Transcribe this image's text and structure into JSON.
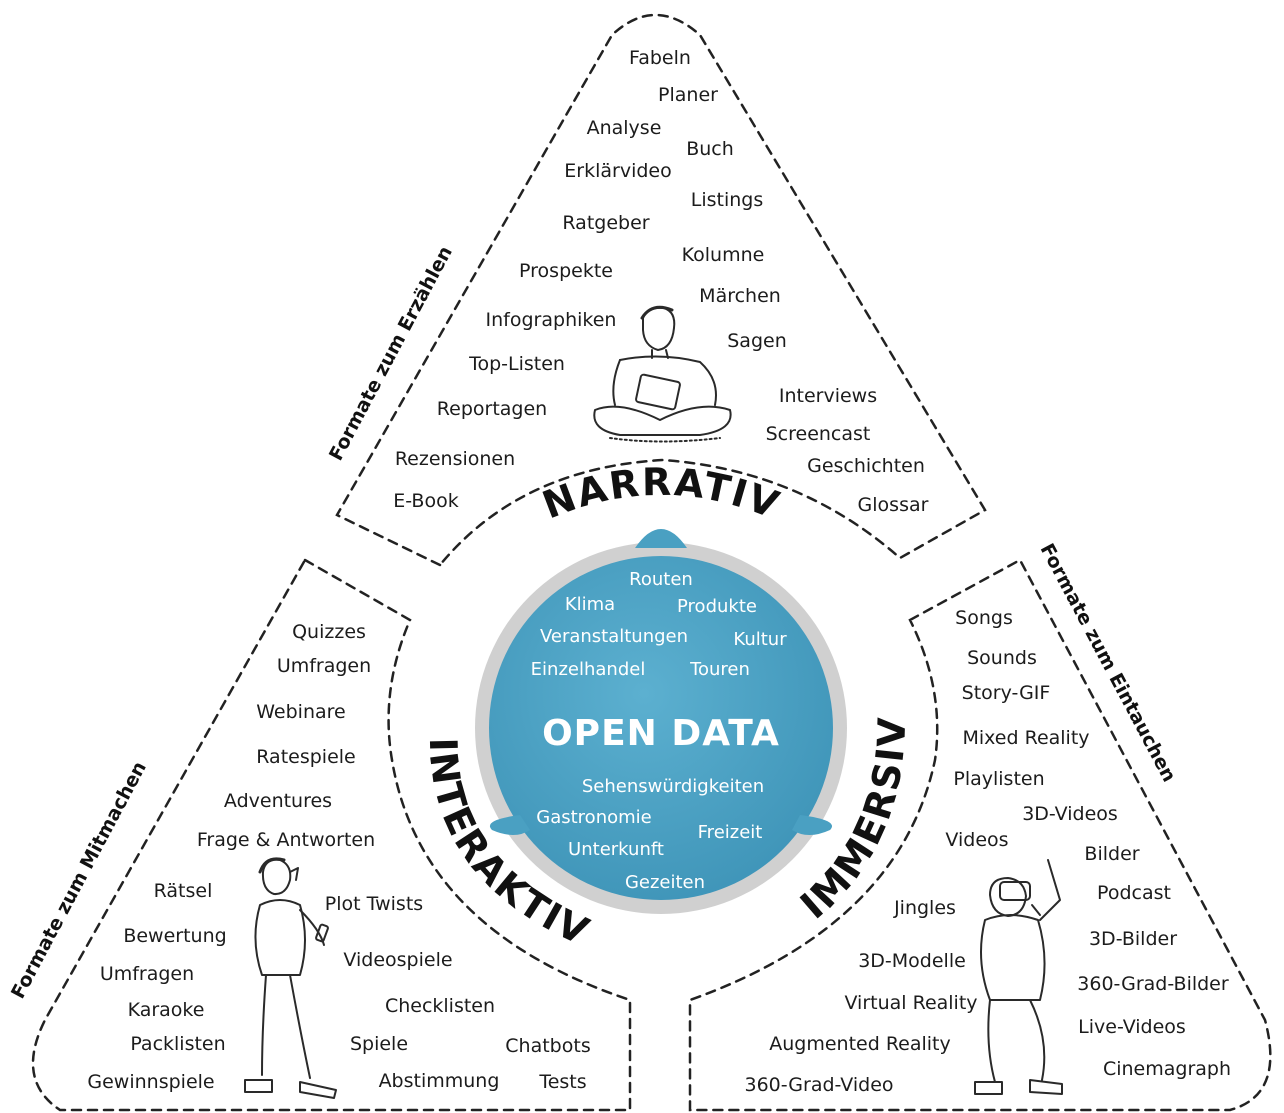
{
  "center": {
    "title": "OPEN DATA",
    "topics": [
      "Routen",
      "Klima",
      "Produkte",
      "Veranstaltungen",
      "Kultur",
      "Einzelhandel",
      "Touren",
      "Sehenswürdigkeiten",
      "Gastronomie",
      "Freizeit",
      "Unterkunft",
      "Gezeiten"
    ]
  },
  "narrativ": {
    "label": "NARRATIV",
    "side_label": "Formate zum Erzählen",
    "formats": [
      "Fabeln",
      "Planer",
      "Analyse",
      "Buch",
      "Erklärvideo",
      "Listings",
      "Ratgeber",
      "Kolumne",
      "Prospekte",
      "Märchen",
      "Infographiken",
      "Sagen",
      "Top-Listen",
      "Interviews",
      "Reportagen",
      "Screencast",
      "Rezensionen",
      "Geschichten",
      "E-Book",
      "Glossar"
    ]
  },
  "interaktiv": {
    "label": "INTERAKTIV",
    "side_label": "Formate zum Mitmachen",
    "formats": [
      "Quizzes",
      "Umfragen",
      "Webinare",
      "Ratespiele",
      "Adventures",
      "Frage & Antworten",
      "Rätsel",
      "Plot Twists",
      "Bewertung",
      "Umfragen",
      "Videospiele",
      "Karaoke",
      "Checklisten",
      "Packlisten",
      "Spiele",
      "Chatbots",
      "Gewinnspiele",
      "Abstimmung",
      "Tests"
    ]
  },
  "immersiv": {
    "label": "IMMERSIV",
    "side_label": "Formate zum Eintauchen",
    "formats": [
      "Songs",
      "Sounds",
      "Story-GIF",
      "Mixed Reality",
      "Playlisten",
      "3D-Videos",
      "Videos",
      "Bilder",
      "Jingles",
      "Podcast",
      "3D-Bilder",
      "3D-Modelle",
      "360-Grad-Bilder",
      "Virtual Reality",
      "Live-Videos",
      "Augmented Reality",
      "Cinemagraph",
      "360-Grad-Video"
    ]
  },
  "colors": {
    "center_fill": "#4aa0c2",
    "center_ring": "#d0d0d0",
    "ink": "#1c1c1c"
  },
  "icons": [
    "person-sitting-tablet-icon",
    "person-walking-phone-icon",
    "person-vr-headset-icon"
  ]
}
